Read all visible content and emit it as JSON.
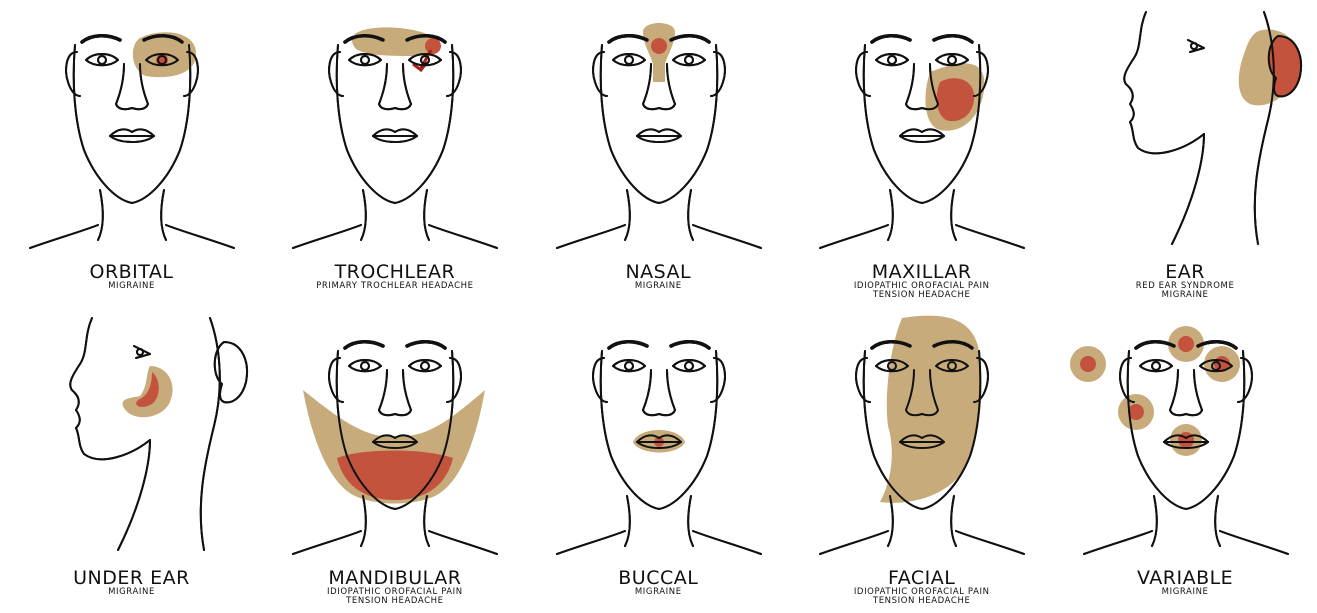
{
  "colors": {
    "area": "#c8ab7b",
    "focus": "#c4533d",
    "line": "#111111"
  },
  "panels": [
    {
      "id": "orbital",
      "view": "front",
      "title": "ORBITAL",
      "subs": [
        "MIGRAINE"
      ]
    },
    {
      "id": "trochlear",
      "view": "front",
      "title": "TROCHLEAR",
      "subs": [
        "PRIMARY TROCHLEAR HEADACHE"
      ]
    },
    {
      "id": "nasal",
      "view": "front",
      "title": "NASAL",
      "subs": [
        "MIGRAINE"
      ]
    },
    {
      "id": "maxillar",
      "view": "front",
      "title": "MAXILLAR",
      "subs": [
        "IDIOPATHIC OROFACIAL PAIN",
        "TENSION HEADACHE"
      ]
    },
    {
      "id": "ear",
      "view": "profile",
      "title": "EAR",
      "subs": [
        "RED EAR SYNDROME",
        "MIGRAINE"
      ]
    },
    {
      "id": "under-ear",
      "view": "profile",
      "title": "UNDER EAR",
      "subs": [
        "MIGRAINE"
      ]
    },
    {
      "id": "mandibular",
      "view": "front",
      "title": "MANDIBULAR",
      "subs": [
        "IDIOPATHIC OROFACIAL PAIN",
        "TENSION HEADACHE"
      ]
    },
    {
      "id": "buccal",
      "view": "front",
      "title": "BUCCAL",
      "subs": [
        "MIGRAINE"
      ]
    },
    {
      "id": "facial",
      "view": "front",
      "title": "FACIAL",
      "subs": [
        "IDIOPATHIC OROFACIAL PAIN",
        "TENSION HEADACHE"
      ]
    },
    {
      "id": "variable",
      "view": "front",
      "title": "VARIABLE",
      "subs": [
        "MIGRAINE"
      ]
    }
  ]
}
